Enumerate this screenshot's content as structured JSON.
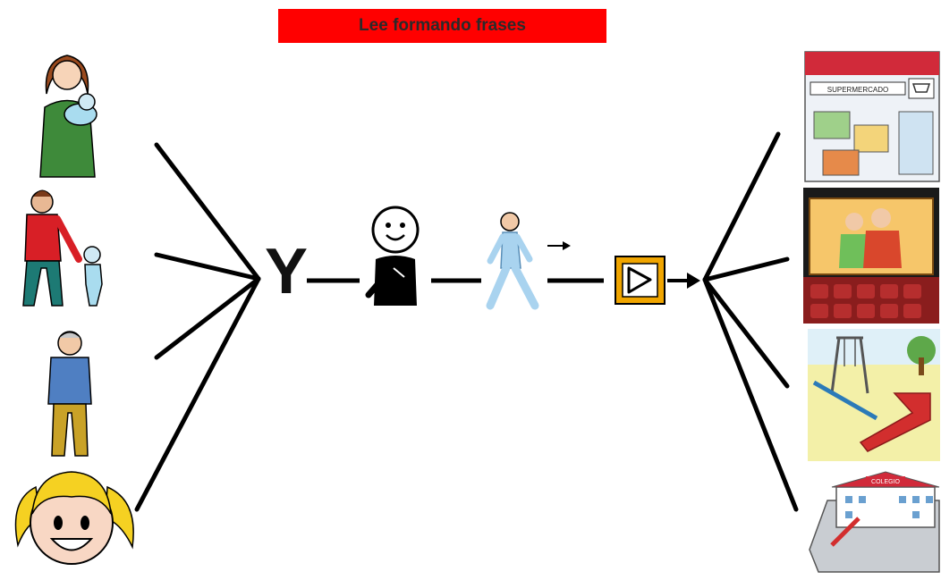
{
  "title": "Lee formando frases",
  "connector_word": "Y",
  "supermarket_sign": "SUPERMERCADO",
  "school_sign": "COLEGIO",
  "colors": {
    "banner": "#ff0000",
    "play_box": "#f0a500",
    "lines": "#000000"
  },
  "left_pictograms": [
    "mother-with-baby-icon",
    "father-with-child-icon",
    "grandfather-icon",
    "girl-face-icon"
  ],
  "middle_pictograms": [
    "me-icon",
    "walk-icon",
    "play-box-icon"
  ],
  "right_pictograms": [
    "supermarket-icon",
    "cinema-icon",
    "playground-icon",
    "school-icon"
  ]
}
